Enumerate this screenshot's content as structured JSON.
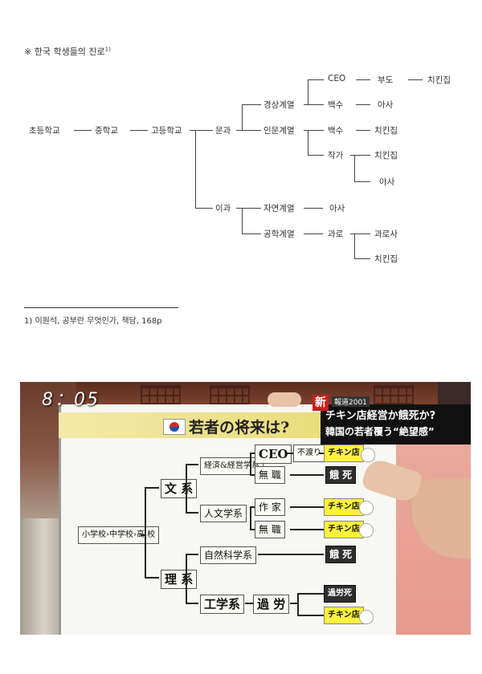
{
  "korean_chart": {
    "title": "※ 한국 학생들의 진로",
    "footnote_ref": "1)",
    "nodes": {
      "elementary": "초등학교",
      "middle": "중학교",
      "high": "고등학교",
      "humanities": "문과",
      "science": "이과",
      "business": "경상계열",
      "liberal_arts": "인문계열",
      "natural_sci": "자연계열",
      "engineering": "공학계열",
      "ceo": "CEO",
      "bankruptcy": "부도",
      "chicken1": "치킨집",
      "unemployed1": "백수",
      "starve1": "아사",
      "unemployed2": "백수",
      "chicken2": "치킨집",
      "writer": "작가",
      "chicken3": "치킨집",
      "starve2": "아사",
      "starve3": "아사",
      "overwork": "과로",
      "karoshi": "과로사",
      "chicken4": "치킨집"
    },
    "footnote": "1) 이원석, 공부란 무엇인가, 책담, 168p"
  },
  "tv": {
    "clock": "8：05",
    "show_logo": "新",
    "show_name": "報道2001",
    "board_title": "若者の将来は?",
    "headline_line1": "チキン店経営か餓死か?",
    "headline_line2": "韓国の若者覆う“絶望感”",
    "nodes": {
      "school": "小学校›中学校›高 校",
      "bunkei": "文 系",
      "rikei": "理 系",
      "keizai": "経済&経営学系",
      "jinbun": "人文学系",
      "shizen": "自然科学系",
      "kogaku": "工学系",
      "ceo": "CEO",
      "fuwatari": "不渡り",
      "chicken1": "チキン店",
      "mushoku1": "無 職",
      "gashi1": "餓 死",
      "sakka": "作 家",
      "chicken2": "チキン店",
      "mushoku2": "無 職",
      "chicken3": "チキン店",
      "gashi2": "餓 死",
      "karou": "過 労",
      "karoushi": "過労死",
      "chicken4": "チキン店"
    }
  }
}
